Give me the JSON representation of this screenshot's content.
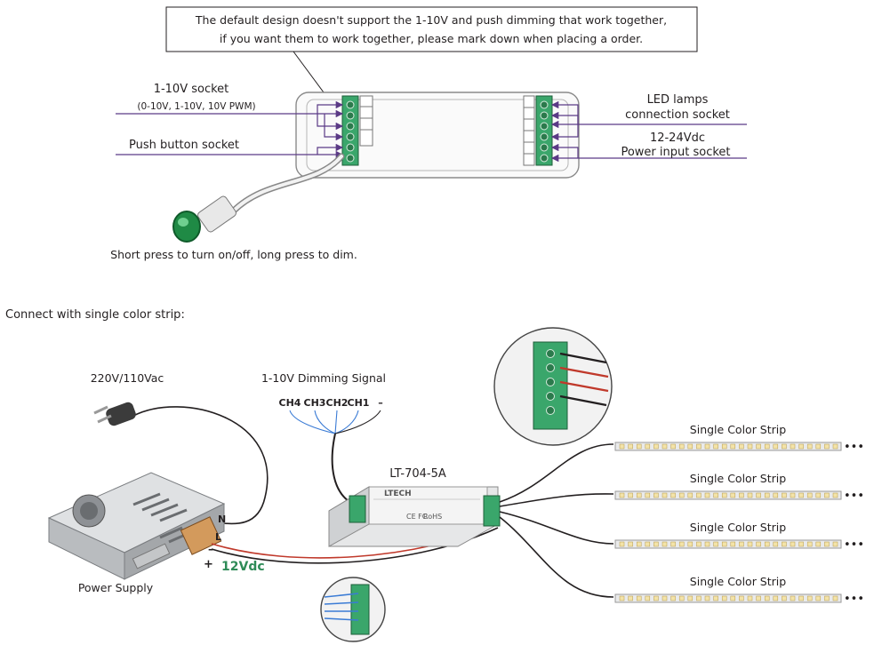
{
  "note": {
    "line1": "The default design doesn't support the 1-10V and push dimming that work together,",
    "line2": "if you want them to work together, please mark down when placing a order."
  },
  "top": {
    "socket_title": "1-10V socket",
    "socket_sub": "(0-10V, 1-10V, 10V PWM)",
    "push_label": "Push button socket",
    "led_label_1": "LED lamps",
    "led_label_2": "connection socket",
    "power_label_1": "12-24Vdc",
    "power_label_2": "Power input socket",
    "press_note": "Short press to turn on/off, long press to dim."
  },
  "bottom": {
    "heading": "Connect with single color strip:",
    "ac_label": "220V/110Vac",
    "dim_signal": "1-10V Dimming Signal",
    "channels": [
      "CH4",
      "CH3",
      "CH2",
      "CH1",
      "–"
    ],
    "model": "LT-704-5A",
    "brand": "LTECH",
    "rohs": "RoHS",
    "ce": "CE FC",
    "psu_label": "Power Supply",
    "terminal_n": "N",
    "terminal_l": "L",
    "terminal_minus": "–",
    "terminal_plus": "+",
    "voltage": "12Vdc",
    "strip_label": "Single Color Strip",
    "strip_dots": "•••"
  },
  "colors": {
    "wire_purple": "#5b3a86",
    "terminal_green": "#3aa66b",
    "voltage_green": "#2e8b57",
    "led_warm": "#f3e3a8"
  }
}
